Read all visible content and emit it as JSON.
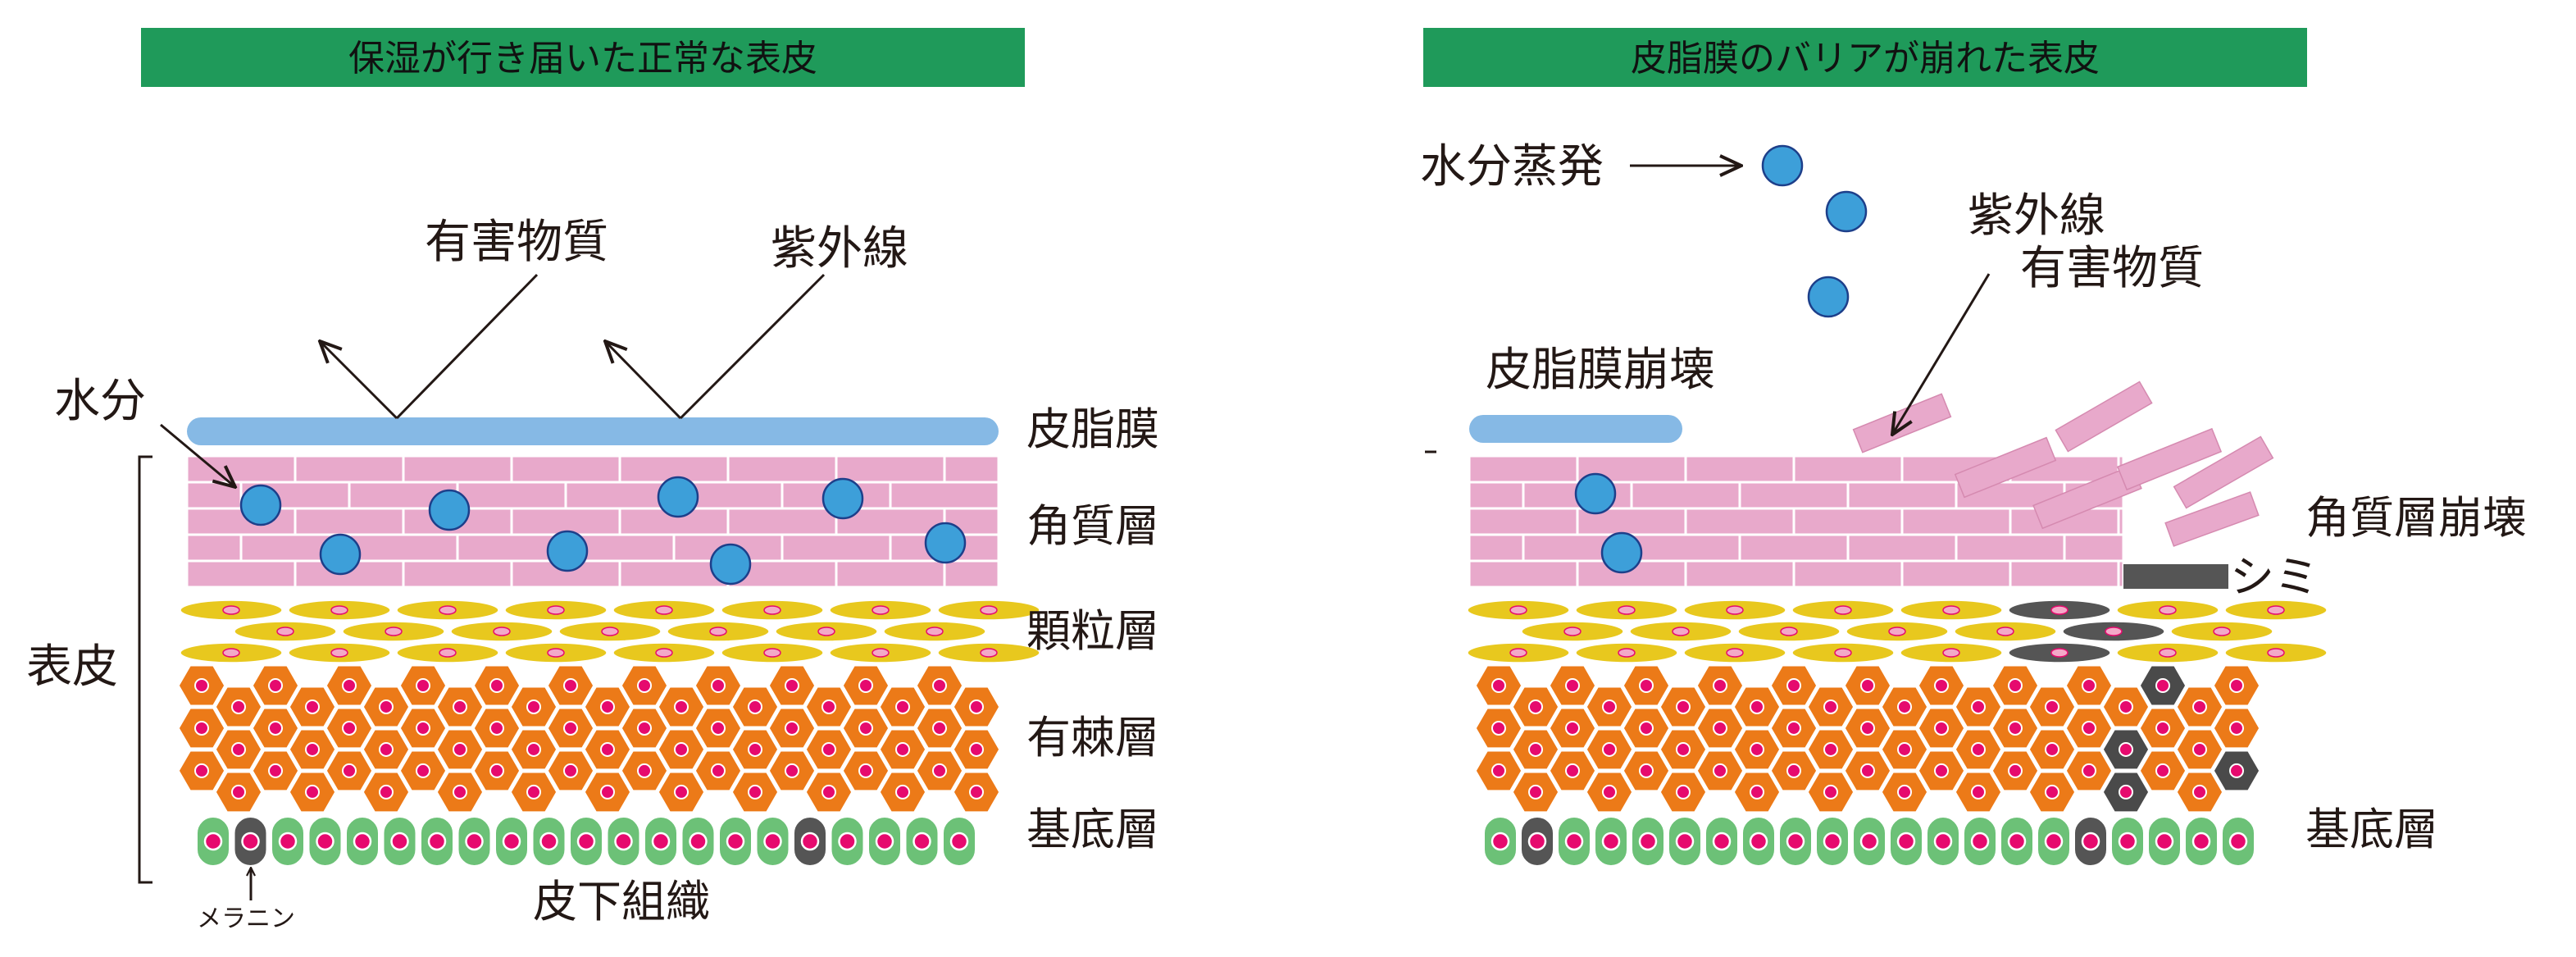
{
  "left_panel": {
    "title": "保湿が行き届いた正常な表皮",
    "labels": {
      "harmful": "有害物質",
      "uv": "紫外線",
      "moisture": "水分",
      "sebum_film": "皮脂膜",
      "stratum_corneum": "角質層",
      "granular": "顆粒層",
      "spinous": "有棘層",
      "basal": "基底層",
      "epidermis": "表皮",
      "melanin": "メラニン",
      "subcutaneous": "皮下組織"
    }
  },
  "right_panel": {
    "title": "皮脂膜のバリアが崩れた表皮",
    "labels": {
      "evaporation": "水分蒸発",
      "uv": "紫外線",
      "harmful": "有害物質",
      "sebum_collapse": "皮脂膜崩壊",
      "corneum_collapse": "角質層崩壊",
      "spot": "シミ",
      "basal": "基底層"
    }
  },
  "colors": {
    "banner": "#1f9a5a",
    "sebum": "#86b9e5",
    "brick": "#e8a9cb",
    "water": "#3d9fd9",
    "granular": "#e8c81e",
    "spinous": "#ec7a18",
    "nucleus": "#e60a6e",
    "basal": "#6cc177",
    "melanin": "#555555"
  }
}
